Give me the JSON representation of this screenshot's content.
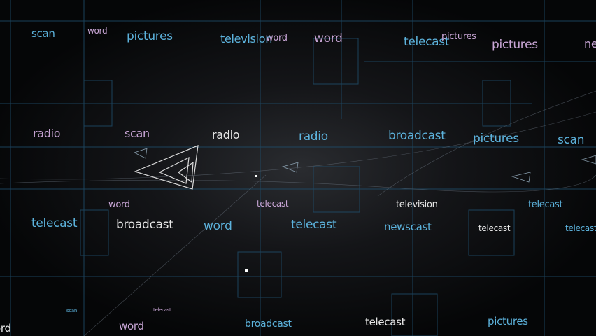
{
  "colors": {
    "cyan": "#5cb2dc",
    "pink": "#c9a6d6",
    "white": "#e6e6e6",
    "background": "#0b0c0e",
    "grid": "#1f4f6e"
  },
  "words": [
    "scan",
    "word",
    "pictures",
    "television",
    "word",
    "word",
    "telecast",
    "pictures",
    "pictures",
    "ne",
    "radio",
    "scan",
    "radio",
    "radio",
    "broadcast",
    "pictures",
    "scan",
    "word",
    "telecast",
    "television",
    "telecast",
    "telecast",
    "broadcast",
    "word",
    "telecast",
    "newscast",
    "telecast",
    "telecast",
    "scan",
    "telecast",
    "word",
    "word",
    "broadcast",
    "telecast",
    "pictures"
  ],
  "icons": [
    "triangle-arrow-icon"
  ]
}
